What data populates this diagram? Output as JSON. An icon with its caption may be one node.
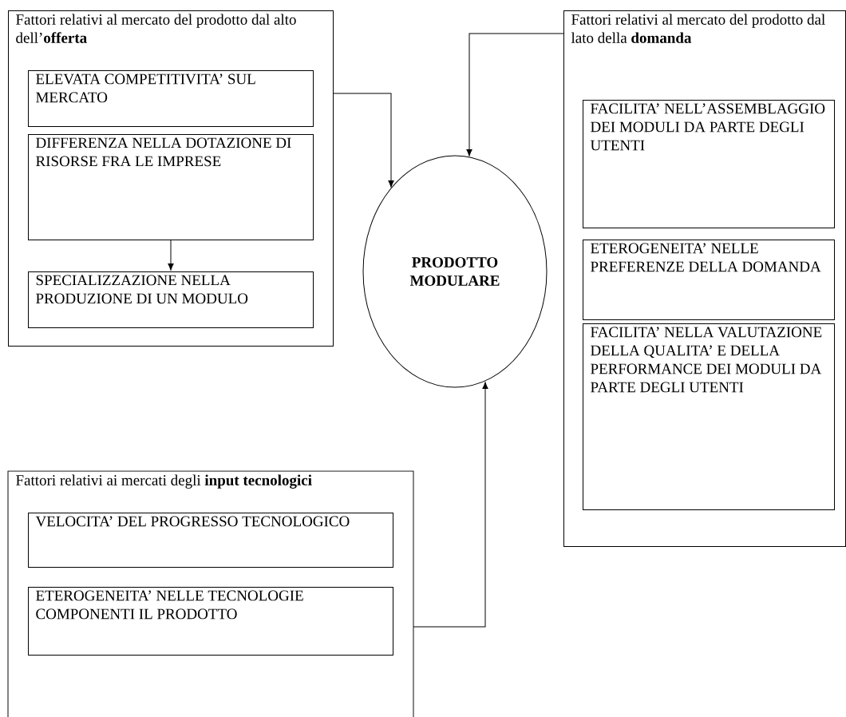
{
  "diagram": {
    "nodes": [
      {
        "text": [
          "Fattori relativi al mercato del prodotto dal alto dell’**offerta**"
        ]
      },
      {
        "text": [
          "ELEVATA COMPETITIVITA’ SUL MERCATO"
        ],
        "in": 0
      },
      {
        "text": [
          "DIFFERENZA NELLA DOTAZIONE DI RISORSE FRA LE IMPRESE"
        ],
        "in": 0
      },
      {
        "text": [
          "SPECIALIZZAZIONE NELLA PRODUZIONE DI UN MODULO"
        ],
        "in": 0
      },
      {
        "text": [
          "Fattori relativi al mercato del prodotto dal lato della **domanda**"
        ]
      },
      {
        "text": [
          "FACILITA’ NELL’ASSEMBLAGGIO DEI MODULI DA PARTE DEGLI UTENTI"
        ],
        "in": 4
      },
      {
        "text": [
          "ETEROGENEITA’ NELLE PREFERENZE DELLA DOMANDA"
        ],
        "in": 4
      },
      {
        "text": [
          "FACILITA’ NELLA VALUTAZIONE DELLA QUALITA’ E DELLA PERFORMANCE DEI MODULI DA PARTE DEGLI UTENTI"
        ],
        "in": 4
      },
      {
        "text": [
          "PRODOTTO MODULARE"
        ]
      },
      {
        "text": [
          "Fattori relativi ai mercati degli **input tecnologici**"
        ]
      },
      {
        "text": [
          "VELOCITA’ DEL PROGRESSO TECNOLOGICO"
        ],
        "in": 9
      },
      {
        "text": [
          "ETEROGENEITA’ NELLE TECNOLOGIE COMPONENTI IL PRODOTTO"
        ],
        "in": 9
      }
    ],
    "edges": [
      {
        "from": 0,
        "to": 8,
        "arrow": "to"
      },
      {
        "from": 2,
        "to": 3,
        "arrow": "to"
      },
      {
        "from": 4,
        "to": 8,
        "arrow": "to"
      },
      {
        "from": 9,
        "to": 8,
        "arrow": "to"
      }
    ]
  }
}
